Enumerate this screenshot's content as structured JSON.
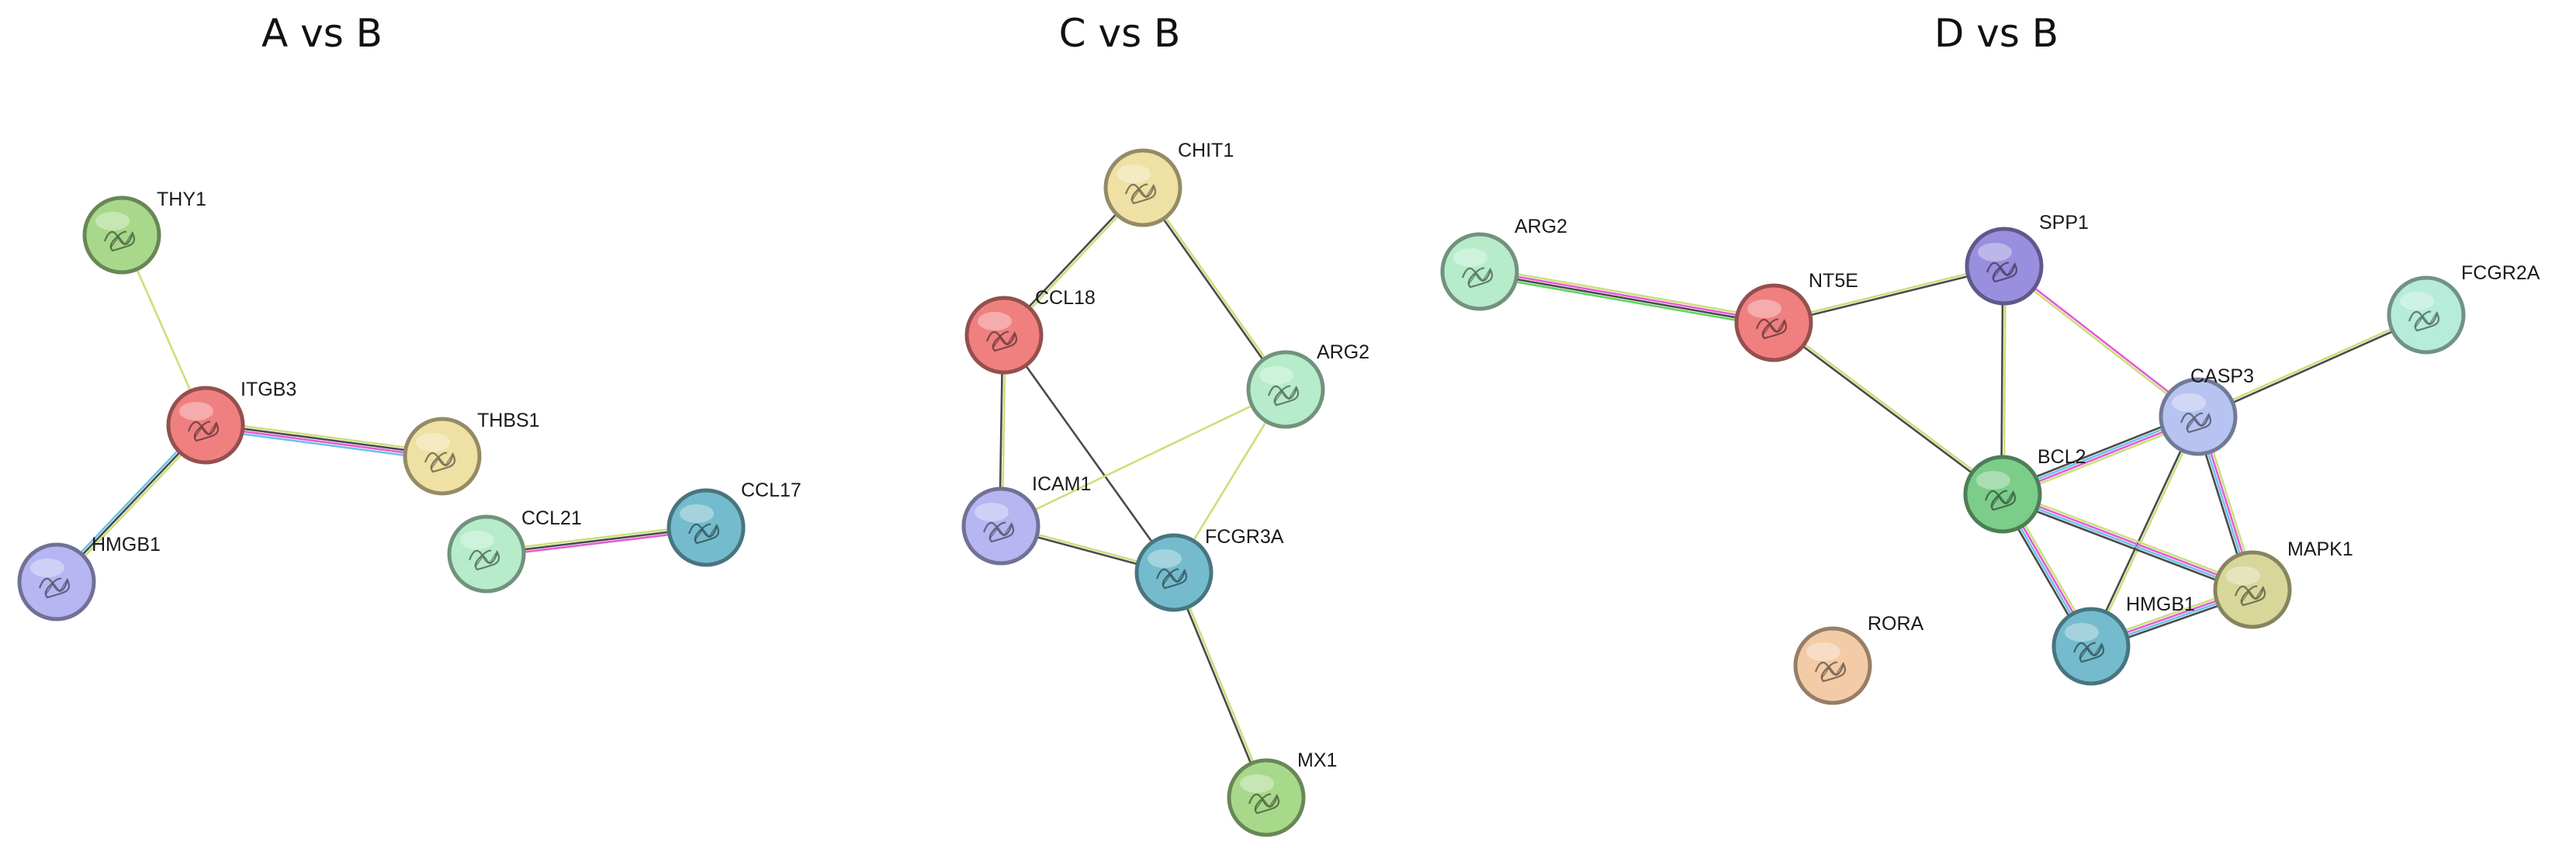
{
  "panels": [
    {
      "title": "A vs B",
      "nodes": [
        {
          "id": "THY1",
          "label": "THY1",
          "color": "#a8d98a"
        },
        {
          "id": "ITGB3",
          "label": "ITGB3",
          "color": "#f08080"
        },
        {
          "id": "THBS1",
          "label": "THBS1",
          "color": "#efe0a4"
        },
        {
          "id": "HMGB1",
          "label": "HMGB1",
          "color": "#b7b6f2"
        },
        {
          "id": "CCL21",
          "label": "CCL21",
          "color": "#b6ecc9"
        },
        {
          "id": "CCL17",
          "label": "CCL17",
          "color": "#74bccd"
        }
      ],
      "edges": [
        {
          "source": "THY1",
          "target": "ITGB3",
          "colors": [
            "#c9e07a"
          ]
        },
        {
          "source": "ITGB3",
          "target": "THBS1",
          "colors": [
            "#c9e07a",
            "#4a4a4a",
            "#e55ad8",
            "#6ac3e6"
          ]
        },
        {
          "source": "ITGB3",
          "target": "HMGB1",
          "colors": [
            "#c9e07a",
            "#4a4a4a",
            "#6ac3e6"
          ]
        },
        {
          "source": "CCL21",
          "target": "CCL17",
          "colors": [
            "#c9e07a",
            "#4a4a4a",
            "#e55ad8"
          ]
        }
      ]
    },
    {
      "title": "C vs B",
      "nodes": [
        {
          "id": "CHIT1",
          "label": "CHIT1",
          "color": "#efe0a4"
        },
        {
          "id": "CCL18",
          "label": "CCL18",
          "color": "#f08080"
        },
        {
          "id": "ARG2",
          "label": "ARG2",
          "color": "#b6ecc9"
        },
        {
          "id": "ICAM1",
          "label": "ICAM1",
          "color": "#b7b6f2"
        },
        {
          "id": "FCGR3A",
          "label": "FCGR3A",
          "color": "#74bccd"
        },
        {
          "id": "MX1",
          "label": "MX1",
          "color": "#a8d98a"
        }
      ],
      "edges": [
        {
          "source": "CHIT1",
          "target": "CCL18",
          "colors": [
            "#c9e07a",
            "#4a4a4a"
          ]
        },
        {
          "source": "CHIT1",
          "target": "ARG2",
          "colors": [
            "#c9e07a",
            "#4a4a4a"
          ]
        },
        {
          "source": "CCL18",
          "target": "ICAM1",
          "colors": [
            "#c9e07a",
            "#4a4a4a"
          ]
        },
        {
          "source": "CCL18",
          "target": "FCGR3A",
          "colors": [
            "#4a4a4a"
          ]
        },
        {
          "source": "ARG2",
          "target": "ICAM1",
          "colors": [
            "#c9e07a"
          ]
        },
        {
          "source": "ARG2",
          "target": "FCGR3A",
          "colors": [
            "#c9e07a"
          ]
        },
        {
          "source": "ICAM1",
          "target": "FCGR3A",
          "colors": [
            "#c9e07a",
            "#4a4a4a"
          ]
        },
        {
          "source": "FCGR3A",
          "target": "MX1",
          "colors": [
            "#c9e07a",
            "#4a4a4a"
          ]
        }
      ]
    },
    {
      "title": "D vs B",
      "nodes": [
        {
          "id": "ARG2",
          "label": "ARG2",
          "color": "#b6ecc9"
        },
        {
          "id": "NT5E",
          "label": "NT5E",
          "color": "#f08080"
        },
        {
          "id": "SPP1",
          "label": "SPP1",
          "color": "#9a8fde"
        },
        {
          "id": "FCGR2A",
          "label": "FCGR2A",
          "color": "#b6ecd9"
        },
        {
          "id": "CASP3",
          "label": "CASP3",
          "color": "#b7c4f2"
        },
        {
          "id": "BCL2",
          "label": "BCL2",
          "color": "#7ccc8a"
        },
        {
          "id": "MAPK1",
          "label": "MAPK1",
          "color": "#d8d79a"
        },
        {
          "id": "HMGB1",
          "label": "HMGB1",
          "color": "#74bccd"
        },
        {
          "id": "RORA",
          "label": "RORA",
          "color": "#f3cba6"
        }
      ],
      "edges": [
        {
          "source": "ARG2",
          "target": "NT5E",
          "colors": [
            "#c9e07a",
            "#e55ad8",
            "#4a4a4a",
            "#5fd45f"
          ]
        },
        {
          "source": "NT5E",
          "target": "SPP1",
          "colors": [
            "#c9e07a",
            "#4a4a4a"
          ]
        },
        {
          "source": "NT5E",
          "target": "BCL2",
          "colors": [
            "#c9e07a",
            "#4a4a4a"
          ]
        },
        {
          "source": "SPP1",
          "target": "BCL2",
          "colors": [
            "#c9e07a",
            "#4a4a4a"
          ]
        },
        {
          "source": "SPP1",
          "target": "CASP3",
          "colors": [
            "#e55ad8",
            "#c9e07a"
          ]
        },
        {
          "source": "CASP3",
          "target": "FCGR2A",
          "colors": [
            "#c9e07a",
            "#4a4a4a"
          ]
        },
        {
          "source": "CASP3",
          "target": "BCL2",
          "colors": [
            "#c9e07a",
            "#e55ad8",
            "#6ac3e6",
            "#4a4a4a"
          ]
        },
        {
          "source": "CASP3",
          "target": "MAPK1",
          "colors": [
            "#c9e07a",
            "#e55ad8",
            "#6ac3e6",
            "#4a4a4a"
          ]
        },
        {
          "source": "CASP3",
          "target": "HMGB1",
          "colors": [
            "#c9e07a",
            "#4a4a4a"
          ]
        },
        {
          "source": "BCL2",
          "target": "MAPK1",
          "colors": [
            "#c9e07a",
            "#e55ad8",
            "#6ac3e6",
            "#4a4a4a"
          ]
        },
        {
          "source": "BCL2",
          "target": "HMGB1",
          "colors": [
            "#c9e07a",
            "#e55ad8",
            "#6ac3e6",
            "#4a4a4a"
          ]
        },
        {
          "source": "HMGB1",
          "target": "MAPK1",
          "colors": [
            "#c9e07a",
            "#e55ad8",
            "#6ac3e6",
            "#4a4a4a"
          ]
        }
      ]
    }
  ]
}
